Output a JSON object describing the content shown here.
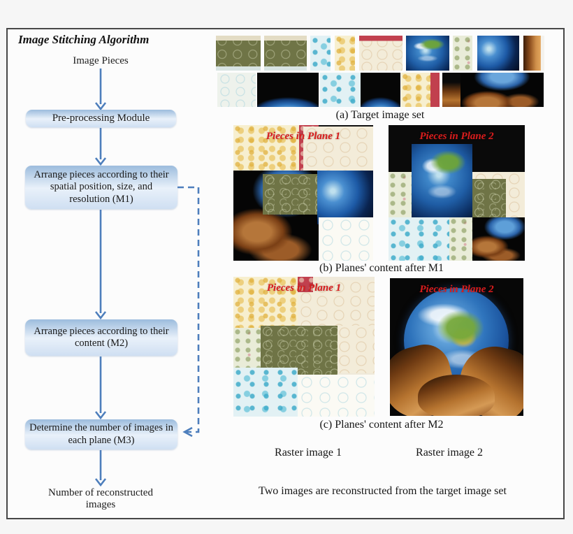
{
  "title": "Image Stitching Algorithm",
  "flowchart": {
    "start_label": "Image Pieces",
    "nodes": [
      {
        "id": "preprocessing",
        "label": "Pre-processing Module"
      },
      {
        "id": "m1",
        "label": "Arrange pieces according to their spatial position, size, and resolution (M1)"
      },
      {
        "id": "m2",
        "label": "Arrange pieces according to their content (M2)"
      },
      {
        "id": "m3",
        "label": "Determine the number of images in each plane (M3)"
      }
    ],
    "end_label": "Number of reconstructed images",
    "arrow_color": "#4d7ebc",
    "box_gradient_top": "#9cbcdd",
    "box_gradient_bottom": "#cfdff2",
    "dashed_connector": "from M1 to M3"
  },
  "panels": {
    "a": {
      "caption": "(a) Target image set",
      "row1_piece_count": 9,
      "row2_piece_count": 7
    },
    "b": {
      "caption": "(b) Planes' content after M1",
      "left_label": "Pieces in Plane 1",
      "right_label": "Pieces in Plane 2"
    },
    "c": {
      "caption": "(c) Planes' content after M2",
      "left_label": "Pieces in Plane 1",
      "right_label": "Pieces in Plane 2"
    },
    "plane_label_color": "#d81d1d"
  },
  "footer": {
    "raster1": "Raster image 1",
    "raster2": "Raster image 2",
    "summary": "Two images are reconstructed from the target image set"
  }
}
